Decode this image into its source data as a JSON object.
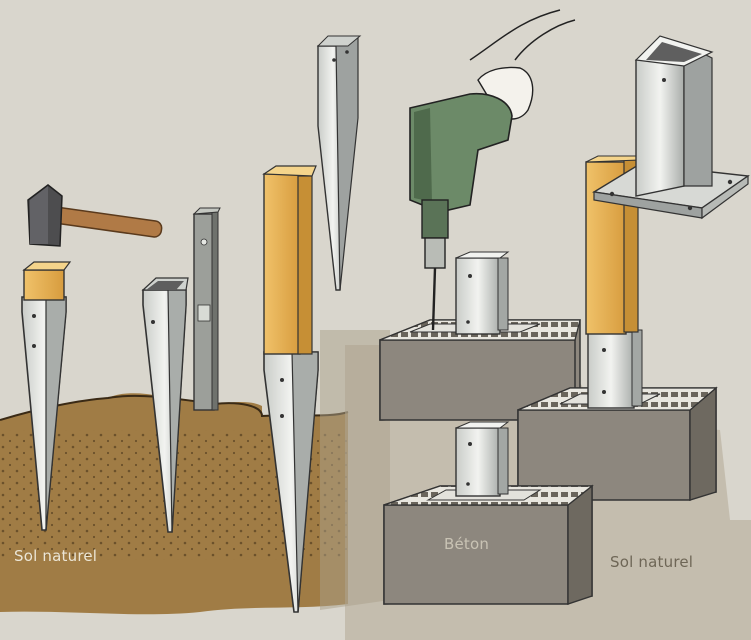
{
  "labels": {
    "sol_left": "Sol naturel",
    "beton": "Béton",
    "sol_right": "Sol naturel"
  },
  "colors": {
    "background": "#d9d6cd",
    "soil": "#a07c45",
    "soil_dark": "#5b4222",
    "concrete": "#8d877e",
    "concrete_dark": "#6e6960",
    "concrete_pad": "#a8a08e",
    "metal": "#e5e7e3",
    "metal_shade": "#9ea2a0",
    "wood": "#e9b458",
    "wood_shade": "#c68f35",
    "drill": "#6c8a68",
    "hammer_handle": "#b07a46",
    "hammer_head": "#4d4d4f"
  },
  "icons": [
    "hammer-icon",
    "drill-icon",
    "level-icon",
    "post-anchor-icon",
    "post-base-plate-icon"
  ]
}
